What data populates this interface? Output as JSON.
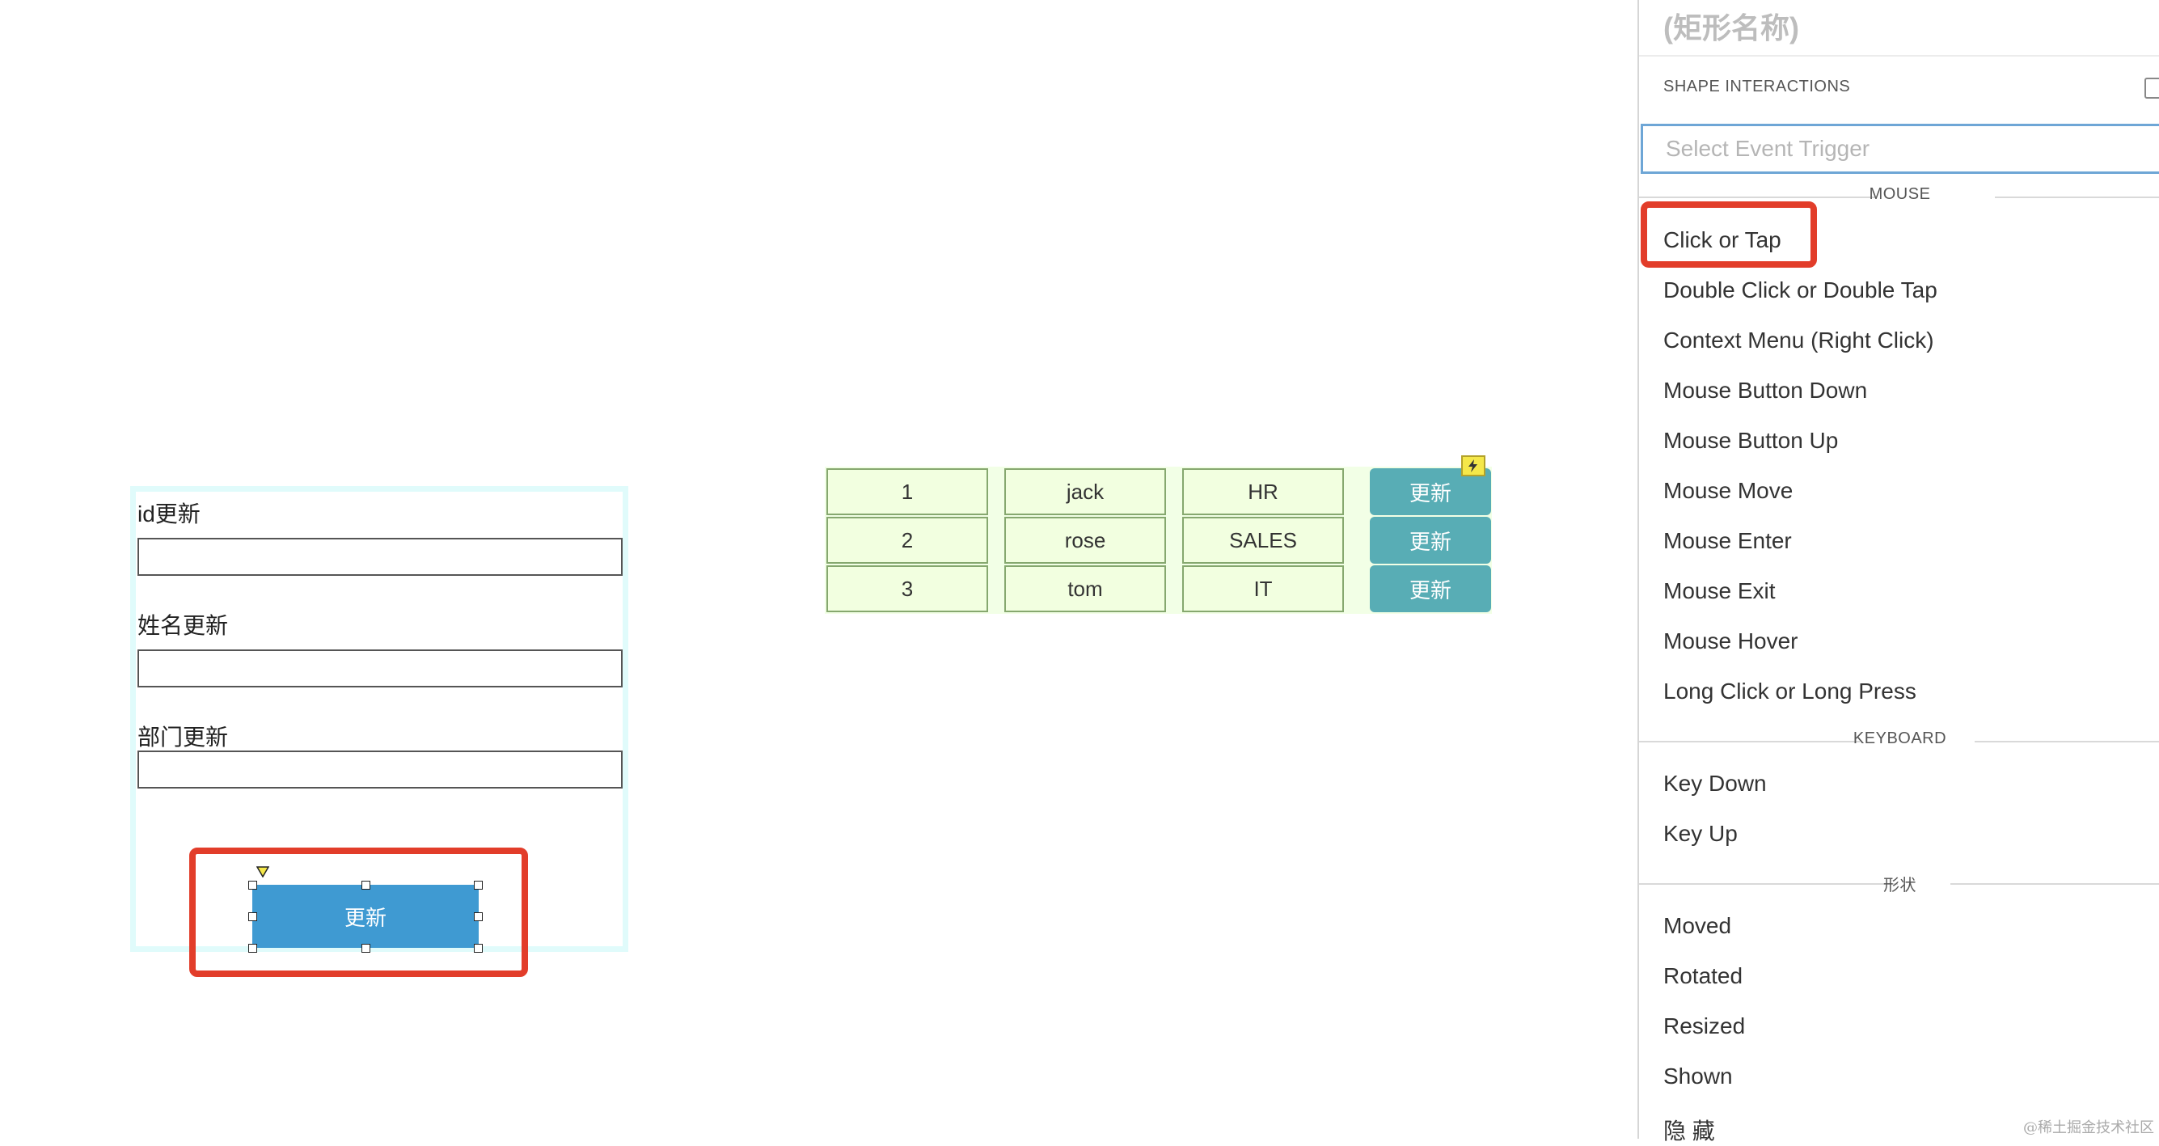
{
  "form": {
    "id_label": "id更新",
    "name_label": "姓名更新",
    "dept_label": "部门更新",
    "update_label": "更新"
  },
  "table": {
    "rows": [
      {
        "id": "1",
        "name": "jack",
        "dept": "HR",
        "button": "更新"
      },
      {
        "id": "2",
        "name": "rose",
        "dept": "SALES",
        "button": "更新"
      },
      {
        "id": "3",
        "name": "tom",
        "dept": "IT",
        "button": "更新"
      }
    ],
    "badge_icon": "lightning-icon"
  },
  "panel": {
    "title": "(矩形名称)",
    "section_label": "SHAPE INTERACTIONS",
    "trigger_placeholder": "Select Event Trigger",
    "groups": {
      "mouse": "MOUSE",
      "keyboard": "KEYBOARD",
      "shape": "形状"
    },
    "mouse_items": [
      "Click or Tap",
      "Double Click or Double Tap",
      "Context Menu (Right Click)",
      "Mouse Button Down",
      "Mouse Button Up",
      "Mouse Move",
      "Mouse Enter",
      "Mouse Exit",
      "Mouse Hover",
      "Long Click or Long Press"
    ],
    "keyboard_items": [
      "Key Down",
      "Key Up"
    ],
    "shape_items": [
      "Moved",
      "Rotated",
      "Resized",
      "Shown",
      "隐 藏"
    ]
  },
  "colors": {
    "highlight": "#e23d2a",
    "primary_button": "#3f9ad2",
    "row_button": "#58adb5",
    "cell_fill": "#f2ffe0"
  },
  "watermark": "@稀土掘金技术社区"
}
